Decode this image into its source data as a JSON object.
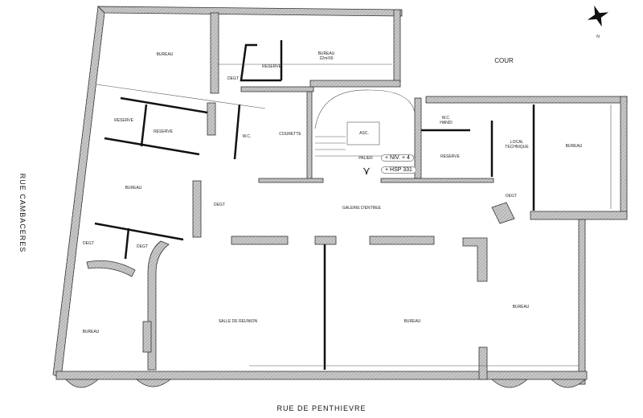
{
  "streets": {
    "west": "RUE CAMBACERES",
    "south": "RUE DE PENTHIEVRE"
  },
  "outdoor": {
    "court": "COUR"
  },
  "compass": {
    "north": "N"
  },
  "rooms": [
    {
      "label": "BUREAU"
    },
    {
      "label": "RESERVE"
    },
    {
      "label": "BUREAU\n22m²00"
    },
    {
      "label": "DEGT"
    },
    {
      "label": "RESERVE"
    },
    {
      "label": "RESERVE"
    },
    {
      "label": "W.C."
    },
    {
      "label": "COURETTE"
    },
    {
      "label": "ASC."
    },
    {
      "label": "W.C.\nHANDI"
    },
    {
      "label": "RESERVE"
    },
    {
      "label": "LOCAL\nTECHNIQUE"
    },
    {
      "label": "BUREAU"
    },
    {
      "label": "PALIER"
    },
    {
      "label": "BUREAU"
    },
    {
      "label": "DEGT"
    },
    {
      "label": "GALERIE D'ENTREE"
    },
    {
      "label": "DEGT"
    },
    {
      "label": "DEGT"
    },
    {
      "label": "DEGT"
    },
    {
      "label": "SALLE DE REUNION"
    },
    {
      "label": "BUREAU"
    },
    {
      "label": "BUREAU"
    },
    {
      "label": "BUREAU"
    }
  ],
  "levels": {
    "niv": "NIV. + 4",
    "hsp": "HSP 331"
  },
  "colors": {
    "wall_fill": "#bdbdbd",
    "wall_stroke": "#333333",
    "partition": "#111111"
  }
}
